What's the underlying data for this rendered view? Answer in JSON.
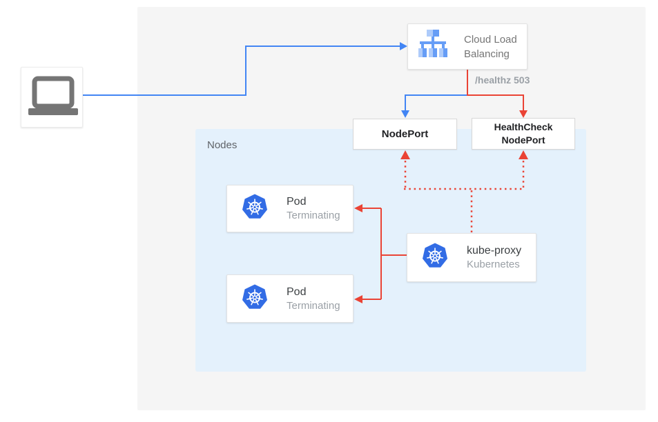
{
  "colors": {
    "accent_blue": "#4285F4",
    "accent_red": "#EA4335",
    "canvas_bg": "#F5F5F5",
    "nodes_bg": "#E4F1FC",
    "kubernetes_blue": "#326CE5",
    "laptop_gray": "#757575",
    "clb_icon_light": "#AECBFA",
    "clb_icon_medium": "#669DF6"
  },
  "diagram": {
    "client": {
      "icon": "laptop-icon"
    },
    "cloud_lb": {
      "label": "Cloud Load Balancing",
      "icon": "cloud-load-balancing-icon"
    },
    "edge_labels": {
      "healthz": "/healthz 503"
    },
    "nodes_group": {
      "label": "Nodes"
    },
    "nodeport": {
      "label": "NodePort"
    },
    "healthcheck_nodeport": {
      "label": "HealthCheck NodePort"
    },
    "pods": [
      {
        "title": "Pod",
        "status": "Terminating",
        "icon": "kubernetes-icon"
      },
      {
        "title": "Pod",
        "status": "Terminating",
        "icon": "kubernetes-icon"
      }
    ],
    "kube_proxy": {
      "title": "kube-proxy",
      "subtitle": "Kubernetes",
      "icon": "kubernetes-icon"
    }
  }
}
